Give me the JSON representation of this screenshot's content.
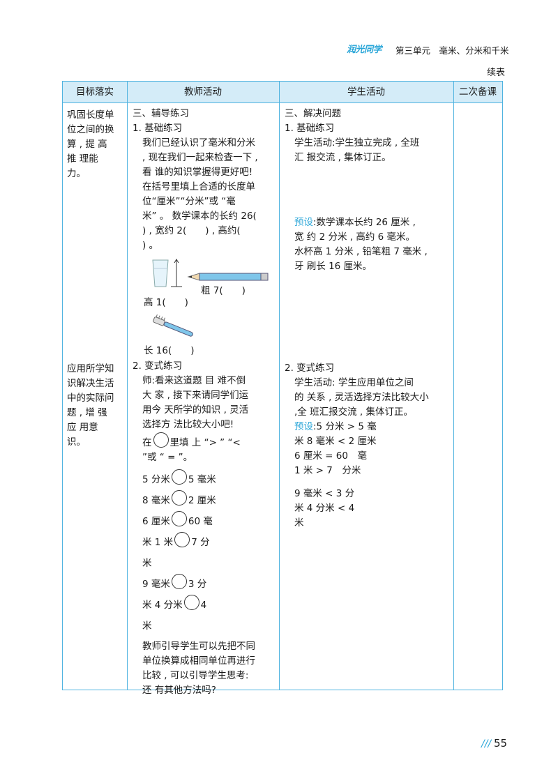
{
  "header": {
    "logo_text": "润光同学",
    "title": "第三单元　毫米、分米和千米",
    "continued": "续表"
  },
  "table": {
    "columns": [
      "目标落实",
      "教师活动",
      "学生活动",
      "二次备课"
    ],
    "goal1": [
      "巩固长度单",
      "位之间的换",
      "算 , 提 高",
      "推 理能",
      "力。"
    ],
    "goal2": [
      "应用所学知",
      "识解决生活",
      "中的实际问",
      "题 , 增 强",
      "应 用意",
      "识。"
    ],
    "teacher": {
      "heading": "三、辅导练习",
      "sub1": "1. 基础练习",
      "lines1": [
        "我们已经认识了毫米和分米",
        ", 现在我们一起来检查一下 ,",
        "看 谁的知识掌握得更好吧!",
        "在括号里填上合适的长度单",
        "位“厘米”“分米”或 “毫",
        "米” 。 数学课本的长约 26(",
        ") , 宽约 2(　　) , 高约(",
        ") 。"
      ],
      "pencil_label": "粗 7(　　)",
      "cup_label": "高 1(　　)",
      "brush_label": "长 16(　　)",
      "sub2": "2. 变式练习",
      "lines2": [
        "师:看来这道题 目 难不倒",
        "大 家 , 接下来请同学们运",
        "用今 天所学的知识 , 灵活",
        "选择方 法比较大小吧!"
      ],
      "fill_a": "在",
      "fill_b": "里填 上 “> ” “<",
      "fill_c": "”或 “ = ”。",
      "cmp": [
        {
          "l": "5 分米",
          "r": "5 毫米",
          "r2": ""
        },
        {
          "l": "8 毫米",
          "r": "2 厘米",
          "r2": ""
        },
        {
          "l": "6 厘米",
          "r": "60 毫",
          "r2": "米"
        },
        {
          "l": "1 米",
          "r": "7 分",
          "r2": "米"
        },
        {
          "l": "9 毫米",
          "r": "3 分",
          "r2": ""
        },
        {
          "l": "米 4 分米",
          "r": "4",
          "r2": "米"
        }
      ],
      "lines3": [
        "教师引导学生可以先把不同",
        "单位换算成相同单位再进行",
        "比较 , 可以引导学生思考:",
        "还 有其他方法吗?"
      ]
    },
    "student": {
      "heading": "三、解决问题",
      "sub1": "1. 基础练习",
      "lines1": [
        "学生活动:学生独立完成 , 全班",
        "汇 报交流 , 集体订正。"
      ],
      "preset_label": "预设",
      "preset1_first": ":数学课本长约 26 厘米 ,",
      "preset1_rest": [
        "宽 约 2 分米 , 高约 6 毫米。",
        "水杯高 1 分米 , 铅笔粗 7 毫米 ,",
        "牙 刷长 16 厘米。"
      ],
      "sub2": "2. 变式练习",
      "lines2": [
        "学生活动: 学生应用单位之间",
        "的 关系 , 灵活选择方法比较大小",
        ",全 班汇报交流 , 集体订正。"
      ],
      "preset2_first": ":5 分米 > 5 毫",
      "preset2_rest": [
        "米 8 毫米 < 2 厘米",
        "6 厘米 = 60　毫",
        "1 米 > 7　分米",
        "9 毫米 < 3 分",
        "米 4 分米 < 4",
        "米"
      ]
    }
  },
  "page_number": "55",
  "page_marks": "///"
}
